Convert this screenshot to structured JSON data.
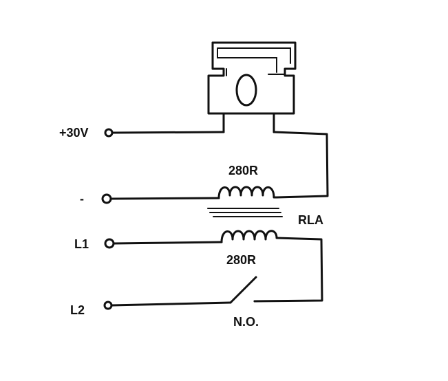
{
  "labels": {
    "supply_positive": "+30V",
    "supply_negative": "-",
    "line1": "L1",
    "line2": "L2",
    "coil_top_resistance": "280R",
    "coil_bottom_resistance": "280R",
    "relay_name": "RLA",
    "contact_type": "N.O."
  },
  "colors": {
    "ink": "#111111",
    "background": "#ffffff"
  },
  "icons": [
    "terminal-icon",
    "coil-icon",
    "switch-contact-icon",
    "component-icon"
  ]
}
